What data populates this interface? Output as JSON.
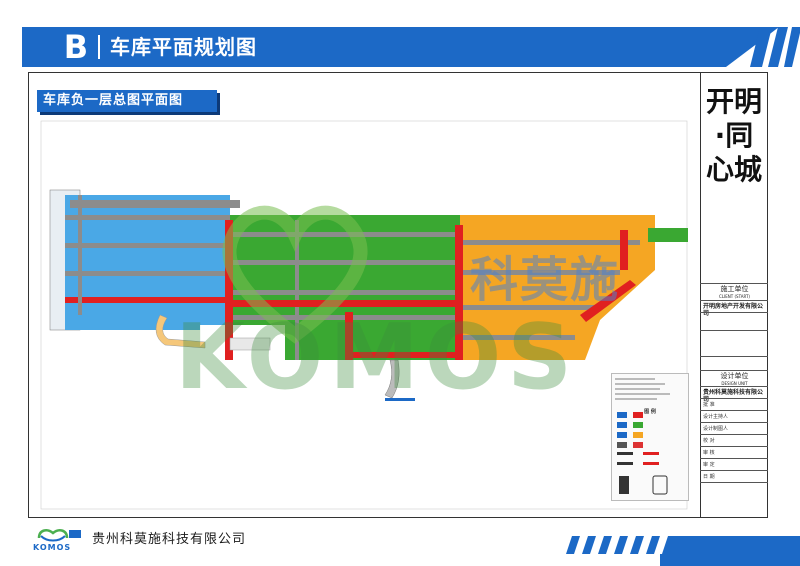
{
  "header": {
    "section_letter": "B",
    "title": "车库平面规划图",
    "accent_color": "#1c69c6"
  },
  "subtitle": "车库负一层总图平面图",
  "title_block": {
    "project_name": "开明·同心城",
    "construction_unit_label": "施工单位",
    "construction_unit_en": "CLIENT (START)",
    "construction_unit_name": "开明房地产开发有限公司",
    "design_unit_label": "设计单位",
    "design_unit_en": "DESIGN UNIT",
    "design_unit_name": "贵州科莫施科技有限公司",
    "rows": [
      "批 准",
      "设计主持人",
      "设计制图人",
      "校 对",
      "审 核",
      "审 定",
      "日 期"
    ]
  },
  "legend": {
    "title": "图 例"
  },
  "watermark": {
    "brand_cn": "科莫施"
  },
  "footer": {
    "logo_latin": "KOMOS",
    "company": "贵州科莫施科技有限公司"
  },
  "zone_colors": {
    "blue_zone": "#4aa8e6",
    "green_zone": "#3aa832",
    "orange_zone": "#f5a623",
    "red_lane": "#e02020",
    "gray_road": "#8c8c8c"
  }
}
